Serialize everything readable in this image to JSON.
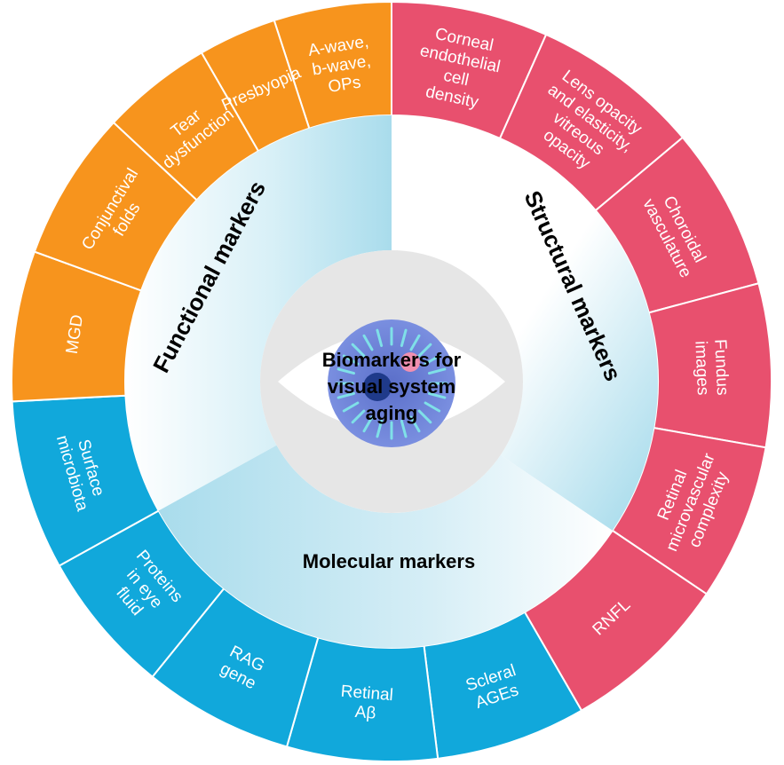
{
  "center": {
    "lines": [
      "Biomarkers for",
      "visual system",
      "aging"
    ]
  },
  "categories": {
    "functional": {
      "label": "Functional markers",
      "color": "#F7941D"
    },
    "structural": {
      "label": "Structural markers",
      "color": "#E8506E"
    },
    "molecular": {
      "label": "Molecular markers",
      "color": "#11A8DB"
    }
  },
  "outer_segments": [
    {
      "id": "a-wave",
      "category": "functional",
      "lines": [
        "A-wave,",
        "b-wave,",
        "OPs"
      ]
    },
    {
      "id": "corneal-endothelial",
      "category": "structural",
      "lines": [
        "Corneal",
        "endothelial",
        "cell",
        "density"
      ]
    },
    {
      "id": "lens-opacity",
      "category": "structural",
      "lines": [
        "Lens opacity",
        "and elasticity,",
        "vitreous",
        "opacity"
      ]
    },
    {
      "id": "choroidal-vasculature",
      "category": "structural",
      "lines": [
        "Choroidal",
        "vasculature"
      ]
    },
    {
      "id": "fundus-images",
      "category": "structural",
      "lines": [
        "Fundus",
        "images"
      ]
    },
    {
      "id": "retinal-microvascular",
      "category": "structural",
      "lines": [
        "Retinal",
        "microvascular",
        "complexity"
      ]
    },
    {
      "id": "rnfl",
      "category": "structural",
      "lines": [
        "RNFL"
      ]
    },
    {
      "id": "scleral-ages",
      "category": "molecular",
      "lines": [
        "Scleral",
        "AGEs"
      ]
    },
    {
      "id": "retinal-ab",
      "category": "molecular",
      "lines": [
        "Retinal",
        "Aβ"
      ]
    },
    {
      "id": "rag-gene",
      "category": "molecular",
      "lines": [
        "RAG",
        "gene"
      ]
    },
    {
      "id": "proteins-eye-fluid",
      "category": "molecular",
      "lines": [
        "Proteins",
        "in eye",
        "fluid"
      ]
    },
    {
      "id": "surface-microbiota",
      "category": "molecular",
      "lines": [
        "Surface",
        "microbiota"
      ]
    },
    {
      "id": "mgd",
      "category": "functional",
      "lines": [
        "MGD"
      ]
    },
    {
      "id": "conjunctival-folds",
      "category": "functional",
      "lines": [
        "Conjunctival",
        "folds"
      ]
    },
    {
      "id": "tear-dysfunction",
      "category": "functional",
      "lines": [
        "Tear",
        "dysfunction"
      ]
    },
    {
      "id": "presbyopia",
      "category": "functional",
      "lines": [
        "Presbyopia"
      ]
    }
  ]
}
